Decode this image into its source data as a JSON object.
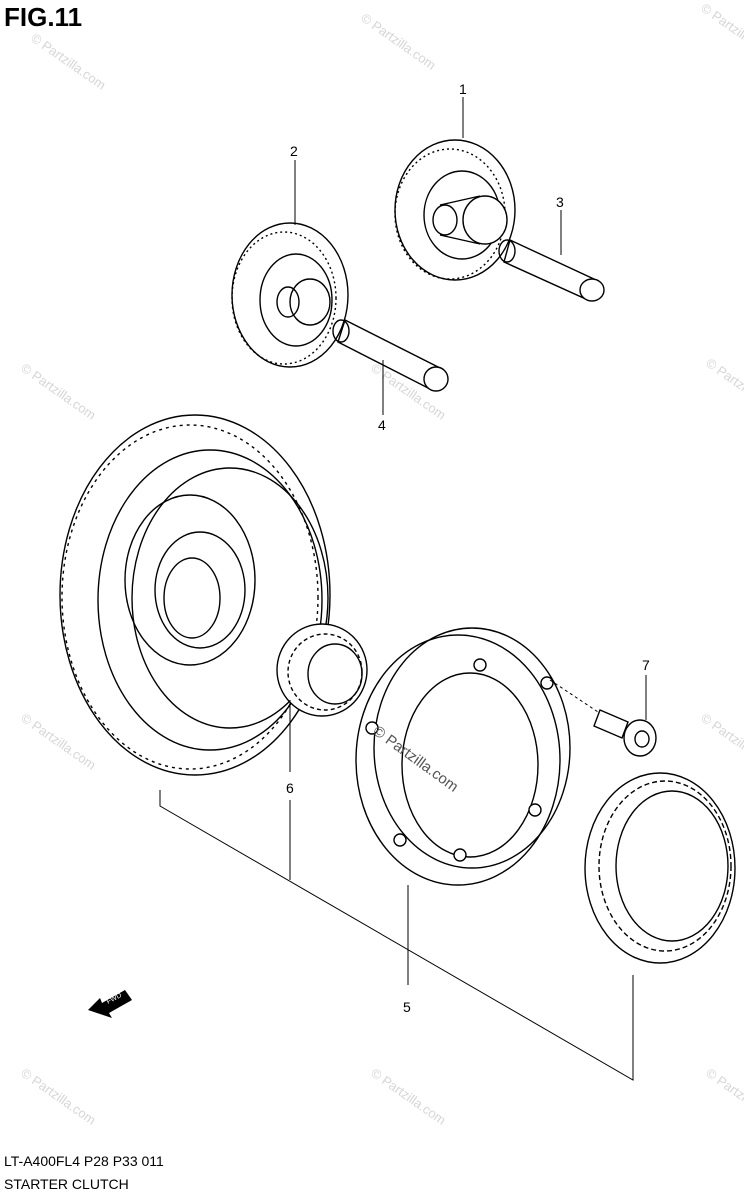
{
  "figure": {
    "title": "FIG.11",
    "model_line": "LT-A400FL4  P28  P33  011",
    "caption": "STARTER CLUTCH",
    "fwd_label": "FWD"
  },
  "watermark": {
    "text": "© Partzilla.com",
    "center_text": "© Partzilla.com"
  },
  "callouts": [
    {
      "id": "1",
      "label": "1"
    },
    {
      "id": "2",
      "label": "2"
    },
    {
      "id": "3",
      "label": "3"
    },
    {
      "id": "4",
      "label": "4"
    },
    {
      "id": "5",
      "label": "5"
    },
    {
      "id": "6",
      "label": "6"
    },
    {
      "id": "7",
      "label": "7"
    }
  ]
}
